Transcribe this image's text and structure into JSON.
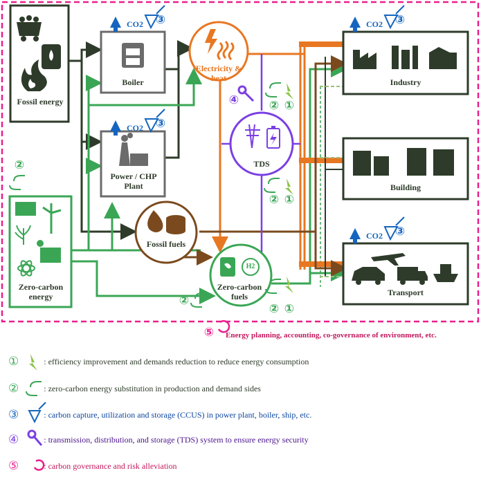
{
  "colors": {
    "frame": "#e91e8c",
    "dark": "#2e3b2a",
    "grey": "#6b6b6b",
    "green": "#3aa655",
    "orange": "#e87722",
    "purple": "#7b3fe4",
    "brown": "#7a4a1e",
    "blue": "#1565c0"
  },
  "nodes": {
    "fossil_energy": "Fossil energy",
    "boiler": "Boiler",
    "power_chp": "Power / CHP Plant",
    "electricity_heat": "Electricity & heat",
    "tds": "TDS",
    "fossil_fuels": "Fossil fuels",
    "zero_carbon_fuels": "Zero-carbon fuels",
    "zero_carbon_energy": "Zero-carbon energy",
    "industry": "Industry",
    "building": "Building",
    "transport": "Transport",
    "h2": "H2"
  },
  "badges": {
    "co2": "CO2",
    "n1": "①",
    "n2": "②",
    "n3": "③",
    "n4": "④",
    "n5": "⑤"
  },
  "banner": "Energy planning, accounting, co-governance of environment, etc.",
  "legend": [
    {
      "num": "①",
      "text": ": efficiency improvement  and demands reduction to reduce energy consumption"
    },
    {
      "num": "②",
      "text": ": zero-carbon energy substitution in production and demand sides"
    },
    {
      "num": "③",
      "text": ": carbon capture, utilization and storage (CCUS) in power plant, boiler, ship, etc."
    },
    {
      "num": "④",
      "text": ": transmission, distribution, and storage (TDS) system to ensure energy security"
    },
    {
      "num": "⑤",
      "text": ": carbon governance and risk alleviation"
    }
  ]
}
